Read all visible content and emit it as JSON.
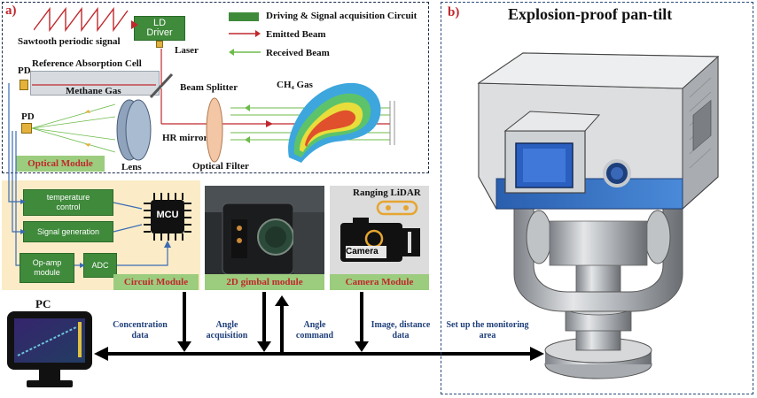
{
  "panel_a": {
    "tag": "a)",
    "sawtooth_label": "Sawtooth periodic signal",
    "ld_driver": "LD Driver",
    "laser": "Laser",
    "legend": {
      "driving": "Driving & Signal acquisition Circuit",
      "emitted": "Emitted Beam",
      "received": "Received Beam"
    },
    "pd_top": "PD",
    "pd_bottom": "PD",
    "reference_cell": "Reference Absorption Cell",
    "methane_gas": "Methane Gas",
    "beam_splitter": "Beam Splitter",
    "ch4_gas": "CH₄ Gas",
    "hr_mirror": "HR mirror",
    "lens": "Lens",
    "optical_filter": "Optical Filter",
    "optical_module": "Optical Module"
  },
  "circuit": {
    "temperature_control": "temperature control",
    "signal_generation": "Signal generation",
    "opamp": "Op-amp module",
    "adc": "ADC",
    "mcu": "MCU",
    "module_label": "Circuit Module"
  },
  "gimbal": {
    "module_label": "2D gimbal module"
  },
  "camera": {
    "lidar": "Ranging LiDAR",
    "camera": "Camera",
    "module_label": "Camera Module"
  },
  "pc": {
    "label": "PC"
  },
  "bus_labels": {
    "concentration": "Concentration data",
    "angle_acq": "Angle acquisition",
    "angle_cmd": "Angle command",
    "image": "Image, distance data",
    "setup": "Set up the monitoring area"
  },
  "panel_b": {
    "tag": "b)",
    "title": "Explosion-proof pan-tilt"
  },
  "colors": {
    "circuit_green": "#3f8a3b",
    "label_green": "#9ccc7d",
    "label_red": "#c0282d",
    "pantilt_blue": "#2f6fc0"
  }
}
